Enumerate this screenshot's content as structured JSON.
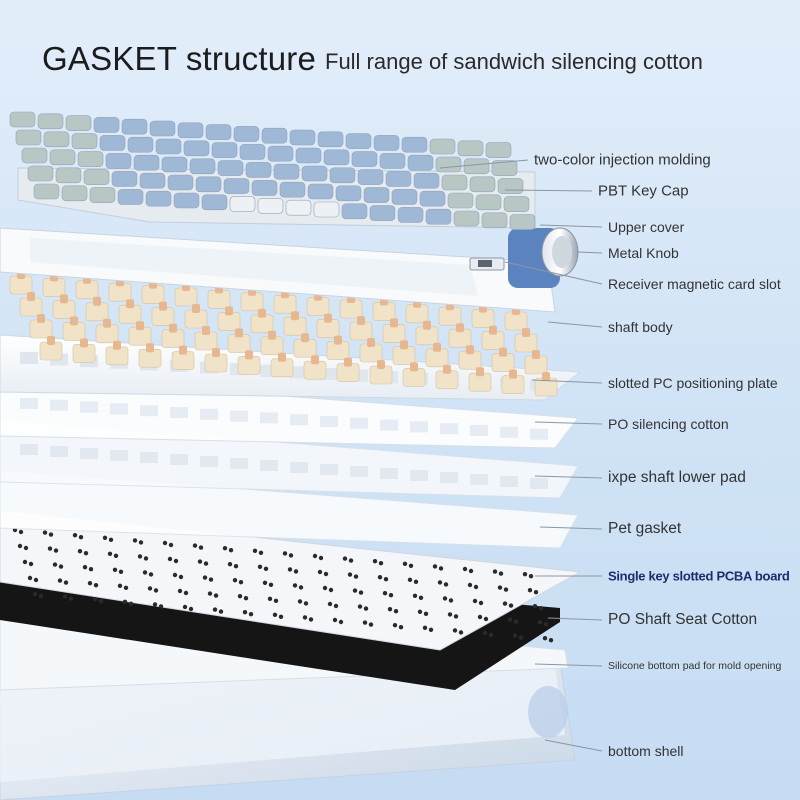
{
  "title": "GASKET structure",
  "subtitle": "Full range of sandwich silencing cotton",
  "layers": [
    {
      "id": "two-color",
      "label": "two-color injection molding"
    },
    {
      "id": "pbt",
      "label": "PBT Key Cap"
    },
    {
      "id": "upper-cover",
      "label": "Upper cover"
    },
    {
      "id": "metal-knob",
      "label": "Metal Knob"
    },
    {
      "id": "receiver",
      "label": "Receiver magnetic card slot"
    },
    {
      "id": "shaft-body",
      "label": "shaft body"
    },
    {
      "id": "pc-plate",
      "label": "slotted PC positioning plate"
    },
    {
      "id": "po-cotton",
      "label": "PO silencing cotton"
    },
    {
      "id": "ixpe",
      "label": "ixpe shaft lower pad"
    },
    {
      "id": "pet",
      "label": "Pet gasket"
    },
    {
      "id": "pcba",
      "label": "Single key slotted PCBA board"
    },
    {
      "id": "po-seat",
      "label": "PO Shaft Seat Cotton"
    },
    {
      "id": "silicone",
      "label": "Silicone bottom pad for mold opening"
    },
    {
      "id": "bottom-shell",
      "label": "bottom shell"
    }
  ],
  "colors": {
    "background": "#d2e4f6",
    "keycap_blue": "#9fb8d6",
    "keycap_gray": "#b9c7c4",
    "keycap_white": "#eef1f4",
    "switch_cream": "#f1e3c8",
    "switch_peach": "#e7b78f",
    "pcb_black": "#151515",
    "knob_blue": "#5b83bf"
  },
  "icons": {
    "keyboard": "exploded-keyboard-illustration",
    "knob": "metal-knob",
    "receiver": "usb-receiver"
  }
}
